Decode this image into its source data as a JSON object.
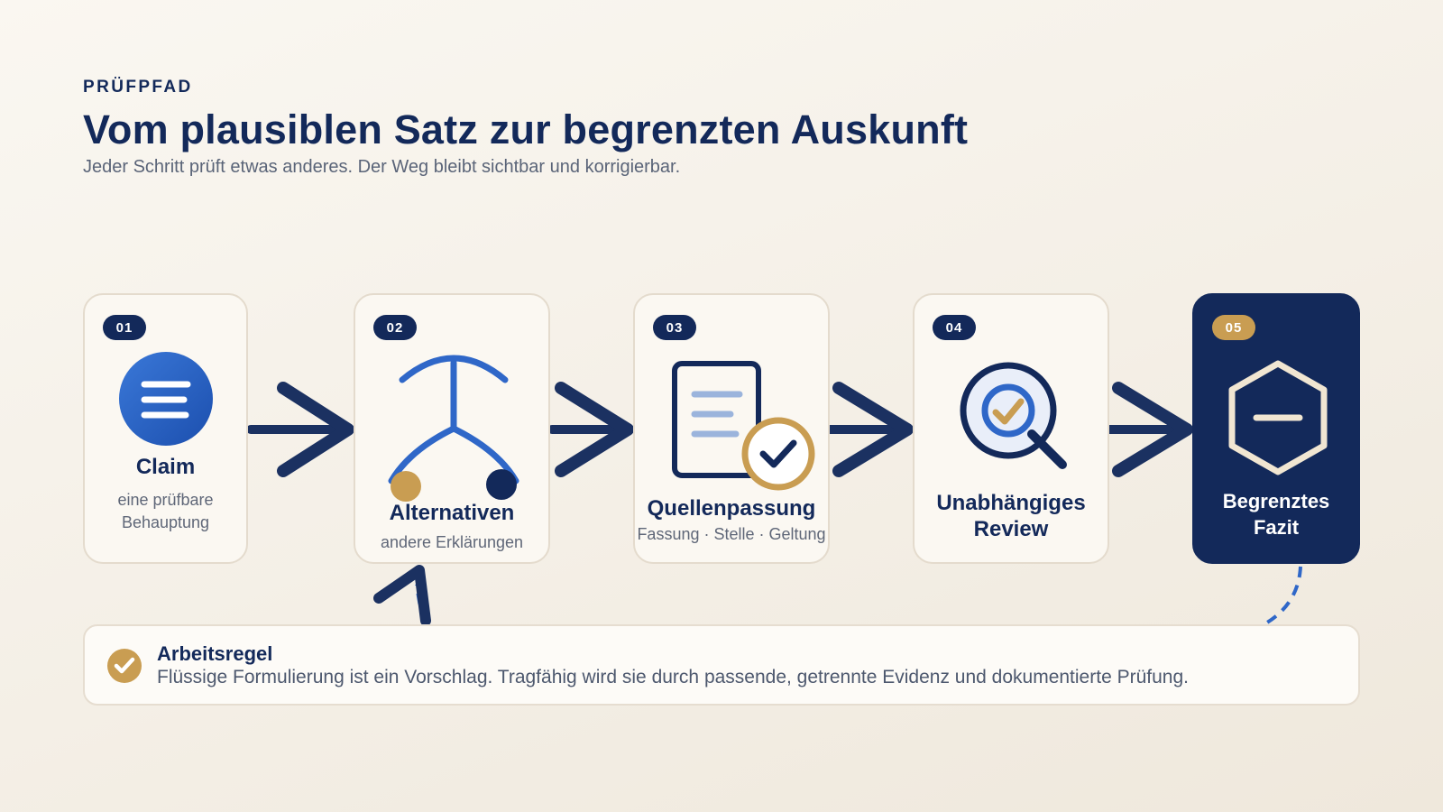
{
  "header": {
    "eyebrow": "PRÜFPFAD",
    "title": "Vom plausiblen Satz zur begrenzten Auskunft",
    "subtitle": "Jeder Schritt prüft etwas anderes. Der Weg bleibt sichtbar und korrigierbar."
  },
  "steps": [
    {
      "number": "01",
      "title": "Claim",
      "desc_line1": "eine prüfbare",
      "desc_line2": "Behauptung",
      "icon": "document-lines-icon"
    },
    {
      "number": "02",
      "title": "Alternativen",
      "desc": "andere Erklärungen",
      "icon": "branching-paths-icon"
    },
    {
      "number": "03",
      "title": "Quellenpassung",
      "desc": "Fassung · Stelle · Geltung",
      "icon": "document-check-icon"
    },
    {
      "number": "04",
      "title_line1": "Unabhängiges",
      "title_line2": "Review",
      "icon": "magnifier-check-icon"
    },
    {
      "number": "05",
      "title_line1": "Begrenztes",
      "title_line2": "Fazit",
      "icon": "hexagon-minus-icon"
    }
  ],
  "rule": {
    "title": "Arbeitsregel",
    "text": "Flüssige Formulierung ist ein Vorschlag. Tragfähig wird sie durch passende, getrennte Evidenz und dokumentierte Prüfung.",
    "icon": "check-circle-icon"
  },
  "colors": {
    "navy": "#13295a",
    "blue": "#2f67c8",
    "gold": "#c99d52",
    "cream": "#fbf8f2"
  }
}
